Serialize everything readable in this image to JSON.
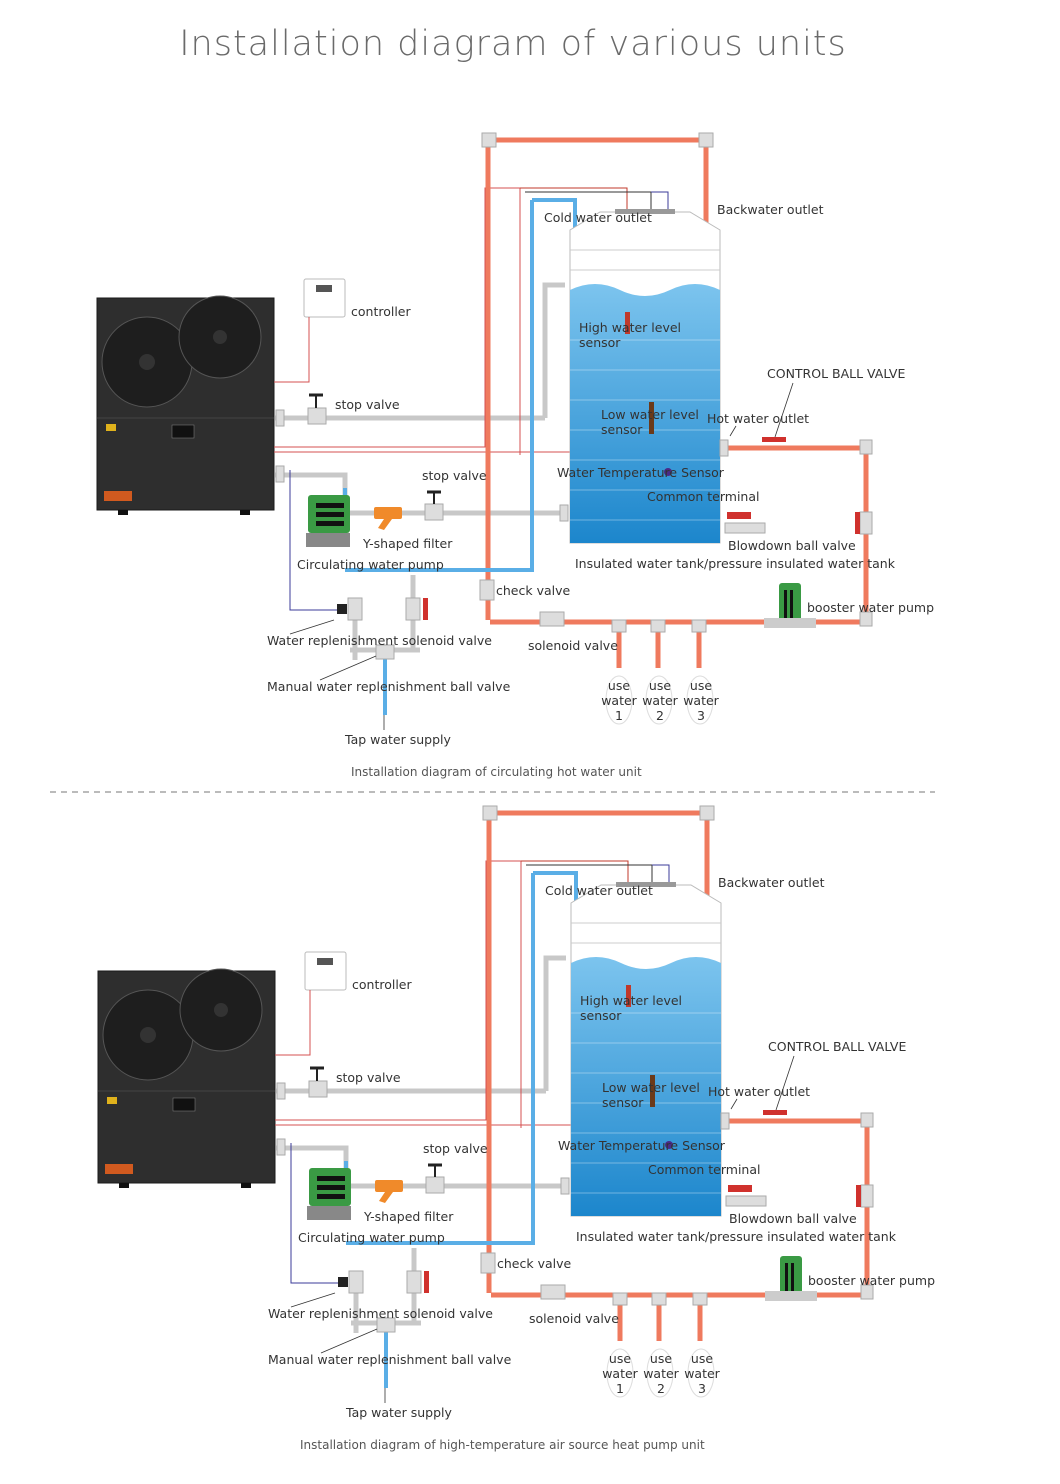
{
  "title": "Installation diagram of various units",
  "colors": {
    "hot_pipe": "#ef7a5e",
    "cold_pipe": "#5aaee6",
    "grey_pipe": "#c8c8c8",
    "tank_water": "#2f93d3",
    "unit_body": "#2e2e2e"
  },
  "diagrams": [
    {
      "caption": "Installation diagram of circulating hot water unit",
      "labels": {
        "controller": "controller",
        "stop_valve_1": "stop valve",
        "stop_valve_2": "stop valve",
        "y_filter": "Y-shaped filter",
        "circ_pump": "Circulating water pump",
        "solenoid_replenish": "Water replenishment solenoid valve",
        "manual_ball": "Manual water replenishment ball valve",
        "tap_water": "Tap water supply",
        "check_valve": "check valve",
        "solenoid_valve": "solenoid valve",
        "cold_outlet": "Cold water outlet",
        "backwater": "Backwater outlet",
        "high_sensor_1": "High water level",
        "high_sensor_2": "sensor",
        "low_sensor_1": "Low water level",
        "low_sensor_2": "sensor",
        "control_ball": "CONTROL BALL VALVE",
        "hot_outlet": "Hot water outlet",
        "temp_sensor": "Water Temperature Sensor",
        "common": "Common terminal",
        "blowdown": "Blowdown ball valve",
        "tank": "Insulated water tank/pressure insulated water tank",
        "booster": "booster water pump",
        "use_word": "use",
        "water_word": "water",
        "use1": "1",
        "use2": "2",
        "use3": "3"
      }
    },
    {
      "caption": "Installation diagram of high-temperature air source heat pump unit",
      "labels": {
        "controller": "controller",
        "stop_valve_1": "stop valve",
        "stop_valve_2": "stop valve",
        "y_filter": "Y-shaped filter",
        "circ_pump": "Circulating water pump",
        "solenoid_replenish": "Water replenishment solenoid valve",
        "manual_ball": "Manual water replenishment ball valve",
        "tap_water": "Tap water supply",
        "check_valve": "check valve",
        "solenoid_valve": "solenoid valve",
        "cold_outlet": "Cold water outlet",
        "backwater": "Backwater outlet",
        "high_sensor_1": "High water level",
        "high_sensor_2": "sensor",
        "low_sensor_1": "Low water level",
        "low_sensor_2": "sensor",
        "control_ball": "CONTROL BALL VALVE",
        "hot_outlet": "Hot water outlet",
        "temp_sensor": "Water Temperature Sensor",
        "common": "Common terminal",
        "blowdown": "Blowdown ball valve",
        "tank": "Insulated water tank/pressure insulated water tank",
        "booster": "booster water pump",
        "use_word": "use",
        "water_word": "water",
        "use1": "1",
        "use2": "2",
        "use3": "3"
      }
    }
  ]
}
